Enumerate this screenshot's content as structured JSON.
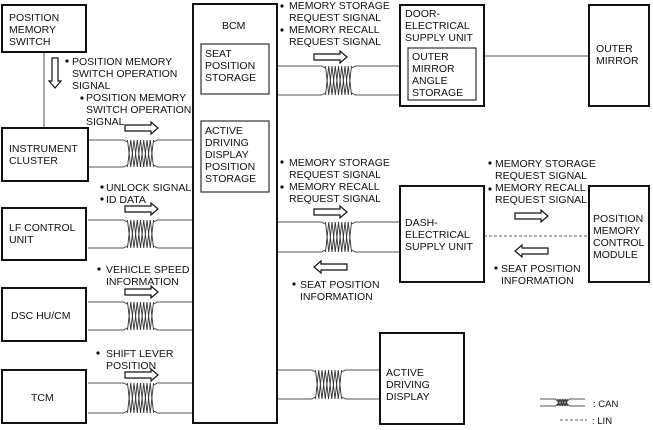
{
  "title": "Position memory system wiring diagram",
  "modules": {
    "position_memory_switch": [
      "POSITION",
      "MEMORY",
      "SWITCH"
    ],
    "bcm": [
      "BCM"
    ],
    "seat_position_storage": [
      "SEAT",
      "POSITION",
      "STORAGE"
    ],
    "adp_position_storage": [
      "ACTIVE",
      "DRIVING",
      "DISPLAY",
      "POSITION",
      "STORAGE"
    ],
    "instrument_cluster": [
      "INSTRUMENT",
      "CLUSTER"
    ],
    "lf_control_unit": [
      "LF CONTROL",
      "UNIT"
    ],
    "dsc_hu_cm": [
      "DSC HU/CM"
    ],
    "tcm": [
      "TCM"
    ],
    "door_esu": [
      "DOOR-",
      "ELECTRICAL",
      "SUPPLY UNIT"
    ],
    "outer_mirror_angle_storage": [
      "OUTER",
      "MIRROR",
      "ANGLE",
      "STORAGE"
    ],
    "outer_mirror": [
      "OUTER",
      "MIRROR"
    ],
    "dash_esu": [
      "DASH-",
      "ELECTRICAL",
      "SUPPLY UNIT"
    ],
    "position_memory_control_module": [
      "POSITION",
      "MEMORY",
      "CONTROL",
      "MODULE"
    ],
    "active_driving_display": [
      "ACTIVE",
      "DRIVING",
      "DISPLAY"
    ]
  },
  "signals": {
    "pms_to_ic": [
      "POSITION MEMORY",
      "SWITCH OPERATION",
      "SIGNAL"
    ],
    "ic_to_bcm": [
      "POSITION MEMORY",
      "SWITCH OPERATION",
      "SIGNAL"
    ],
    "lf_to_bcm": [
      [
        "UNLOCK SIGNAL"
      ],
      [
        "ID DATA"
      ]
    ],
    "dsc_to_bcm": [
      "VEHICLE SPEED",
      "INFORMATION"
    ],
    "tcm_to_bcm": [
      "SHIFT LEVER",
      "POSITION"
    ],
    "bcm_to_door": [
      [
        "MEMORY STORAGE",
        "REQUEST SIGNAL"
      ],
      [
        "MEMORY RECALL",
        "REQUEST SIGNAL"
      ]
    ],
    "bcm_to_dash": [
      [
        "MEMORY STORAGE",
        "REQUEST SIGNAL"
      ],
      [
        "MEMORY RECALL",
        "REQUEST SIGNAL"
      ]
    ],
    "dash_to_bcm": [
      "SEAT POSITION",
      "INFORMATION"
    ],
    "dash_to_pmcm": [
      [
        "MEMORY STORAGE",
        "REQUEST SIGNAL"
      ],
      [
        "MEMORY RECALL",
        "REQUEST SIGNAL"
      ]
    ],
    "pmcm_to_dash": [
      "SEAT POSITION",
      "INFORMATION"
    ]
  },
  "legend": {
    "can_label": ": CAN",
    "lin_label": ": LIN"
  }
}
